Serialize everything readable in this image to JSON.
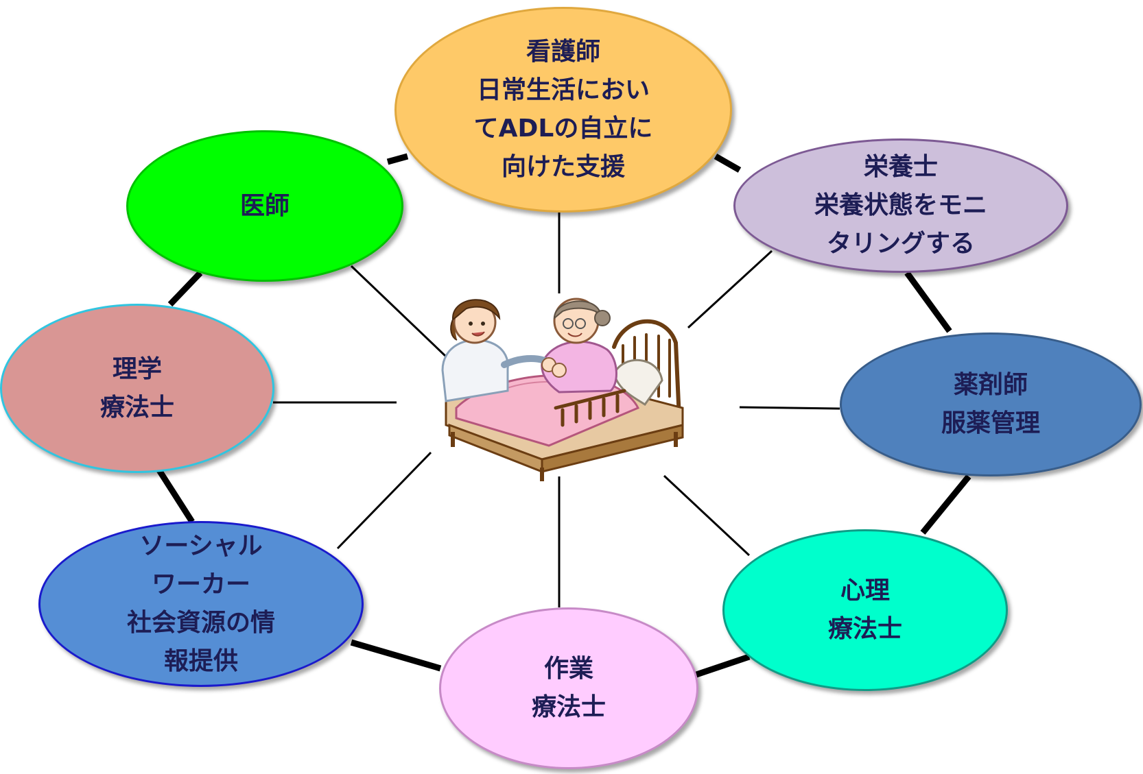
{
  "diagram": {
    "center": {
      "icon": "nurse-caring-for-elderly-patient-in-bed-illustration"
    },
    "nodes": [
      {
        "id": "nurse",
        "label": "看護師\n日常生活におい\nてADLの自立に\n向けた支援",
        "fill": "#fec968"
      },
      {
        "id": "diet",
        "label": "栄養士\n栄養状態をモニ\nタリングする",
        "fill": "#cdbfdb"
      },
      {
        "id": "pharm",
        "label": "薬剤師\n服薬管理",
        "fill": "#4f81bd"
      },
      {
        "id": "psych",
        "label": "心理\n療法士",
        "fill": "#00ffcc"
      },
      {
        "id": "ot",
        "label": "作業\n療法士",
        "fill": "#ffccff"
      },
      {
        "id": "social",
        "label": "ソーシャル\nワーカー\n社会資源の情\n報提供",
        "fill": "#558ed5"
      },
      {
        "id": "pt",
        "label": "理学\n療法士",
        "fill": "#d99694"
      },
      {
        "id": "doctor",
        "label": "医師",
        "fill": "#00ff00"
      }
    ]
  }
}
